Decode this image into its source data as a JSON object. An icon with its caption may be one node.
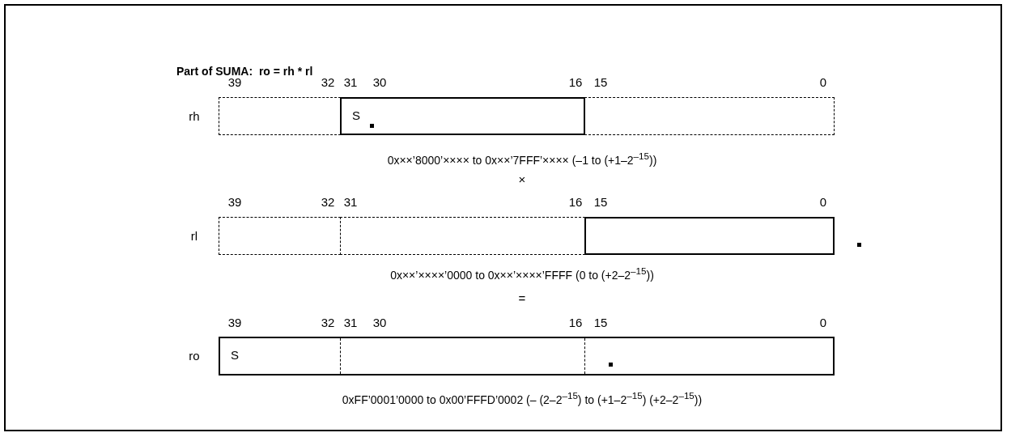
{
  "diagram": {
    "title": "Part of SUMA:  ro = rh * rl",
    "nodes": [
      {
        "text": [],
        "shape": "box"
      },
      {
        "text": [
          "S"
        ]
      },
      {
        "text": [],
        "shape": "box"
      },
      {
        "text": [],
        "shape": "box"
      },
      {
        "text": [],
        "shape": "box"
      },
      {
        "text": [],
        "shape": "box"
      },
      {
        "text": [
          "S"
        ]
      }
    ],
    "labels": [
      "39",
      "32",
      "31",
      "30",
      "16",
      "15",
      "0",
      "rh",
      "0x××’8000’×××× to 0x××’7FFF’×××× (–1 to (+1–2$^{–15}$))",
      "×",
      "39",
      "32",
      "31",
      "16",
      "15",
      "0",
      "rl",
      "0x××’××××’0000 to 0x××’××××’FFFF (0 to (+2–2$^{–15}$))",
      "=",
      "39",
      "32",
      "31",
      "30",
      "16",
      "15",
      "0",
      "ro",
      "0xFF’0001’0000 to 0x00’FFFD’0002 (– (2–2$^{–15}$) to (+1–2$^{–15}$) (+2–2$^{–15}$))"
    ]
  }
}
